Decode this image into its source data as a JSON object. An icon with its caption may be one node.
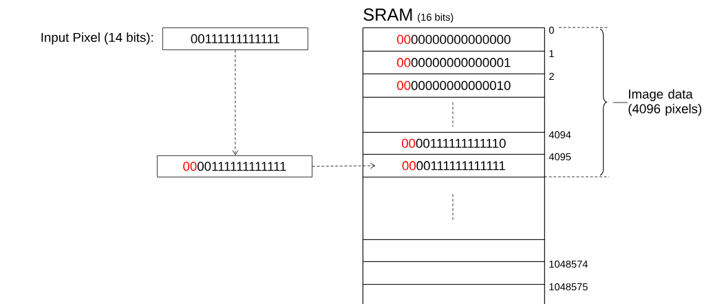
{
  "diagram": {
    "nodes": [
      {
        "text": [
          "00111111111111"
        ],
        "beside": [
          "Input Pixel (14 bits):"
        ]
      },
      {
        "text": [
          "00",
          "00111111111111"
        ]
      },
      {
        "text": [
          "SRAM",
          "(16 bits)"
        ]
      },
      {
        "text": [
          "00",
          "00000000000000"
        ],
        "in": 2
      },
      {
        "text": [
          "00",
          "00000000000001"
        ],
        "in": 2
      },
      {
        "text": [
          "00",
          "00000000000010"
        ],
        "in": 2
      },
      {
        "text": [],
        "shape": "box",
        "in": 2
      },
      {
        "text": [
          "00",
          "00111111111110"
        ],
        "in": 2
      },
      {
        "text": [
          "00",
          "00111111111111"
        ],
        "in": 2
      },
      {
        "text": [],
        "shape": "box",
        "in": 2
      },
      {
        "text": [],
        "shape": "box",
        "in": 2
      },
      {
        "text": [],
        "shape": "box",
        "in": 2
      },
      {
        "text": [],
        "shape": "box",
        "in": 2
      },
      {
        "text": [
          "Image data (4096 pixels)"
        ]
      }
    ],
    "edges": [
      {
        "from": 0,
        "to": 1,
        "arrow": "to",
        "style": "dashed"
      },
      {
        "from": 1,
        "to": 8,
        "arrow": "to",
        "style": "dashed"
      },
      {
        "from": 13,
        "to": null,
        "arrow": "none"
      }
    ],
    "labels": [
      "0",
      "1",
      "2",
      "4094",
      "4095",
      "1048574",
      "1048575"
    ]
  }
}
